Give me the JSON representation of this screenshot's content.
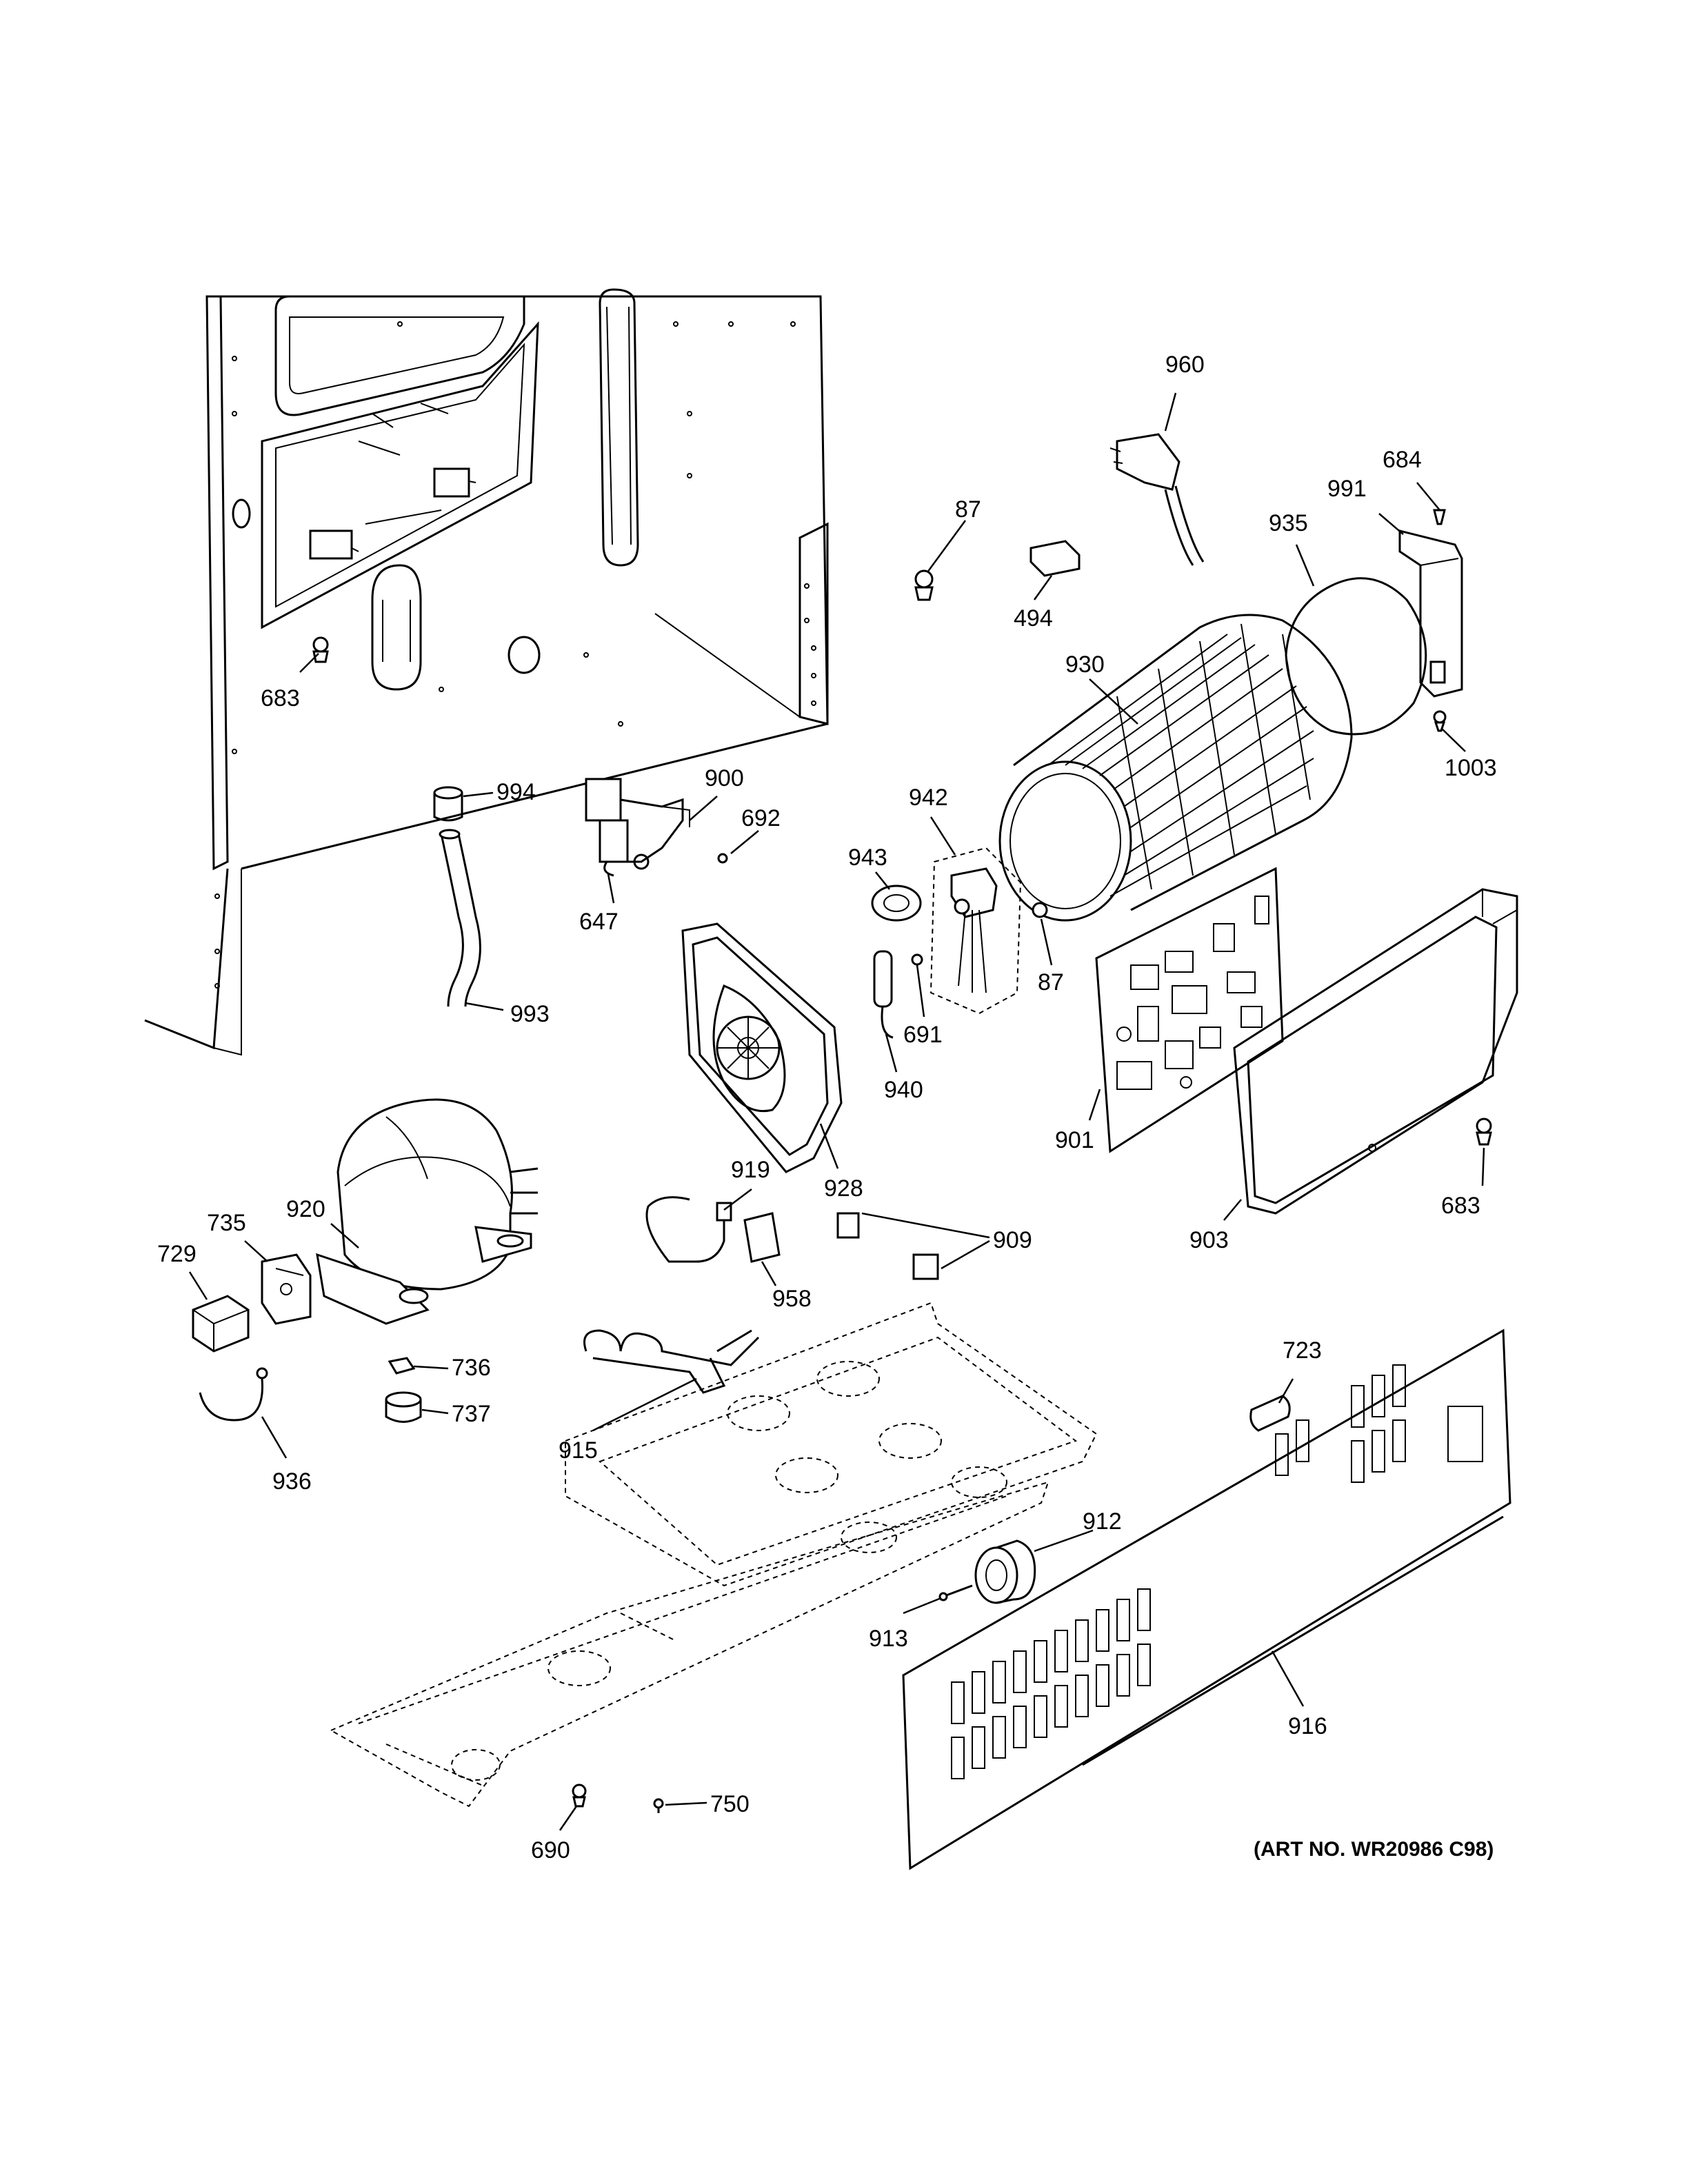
{
  "callouts": {
    "c683a": "683",
    "c994": "994",
    "c993": "993",
    "c900": "900",
    "c692": "692",
    "c647": "647",
    "c960": "960",
    "c684": "684",
    "c991": "991",
    "c935": "935",
    "c87a": "87",
    "c494": "494",
    "c930": "930",
    "c1003": "1003",
    "c942": "942",
    "c943": "943",
    "c87b": "87",
    "c691": "691",
    "c940": "940",
    "c928": "928",
    "c901": "901",
    "c903": "903",
    "c683b": "683",
    "c920": "920",
    "c735": "735",
    "c729": "729",
    "c919": "919",
    "c909": "909",
    "c958": "958",
    "c736": "736",
    "c737": "737",
    "c936": "936",
    "c915": "915",
    "c723": "723",
    "c912": "912",
    "c913": "913",
    "c916": "916",
    "c690": "690",
    "c750": "750"
  },
  "art_number": "(ART NO. WR20986 C98)"
}
